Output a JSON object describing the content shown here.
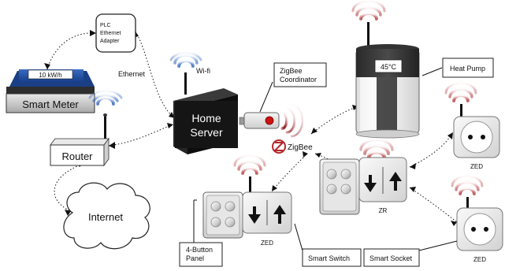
{
  "labels": {
    "plc_adapter": [
      "PLC",
      "Ethernet",
      "Adapter"
    ],
    "smart_meter_reading": "10 kW/h",
    "smart_meter": "Smart Meter",
    "ethernet": "Ethernet",
    "wifi": "Wi-fi",
    "home_server": [
      "Home",
      "Server"
    ],
    "zigbee_coordinator": [
      "ZigBee",
      "Coordinator"
    ],
    "temperature": "45°C",
    "heat_pump": "Heat Pump",
    "router": "Router",
    "zigbee": "ZigBee",
    "internet": "Internet",
    "four_button_panel": [
      "4-Button",
      "Panel"
    ],
    "smart_switch": "Smart Switch",
    "smart_socket": "Smart Socket",
    "zed_switch": "ZED",
    "zr": "ZR",
    "zed_socket_top": "ZED",
    "zed_socket_bottom": "ZED"
  },
  "colors": {
    "signal_blue": "#1a4e9a",
    "signal_red": "#b3282d",
    "signal_zigbee": "#9b2f33",
    "meter_blue": "#1f4fa3",
    "server_black": "#151515",
    "coordinator_red": "#cc1111"
  }
}
